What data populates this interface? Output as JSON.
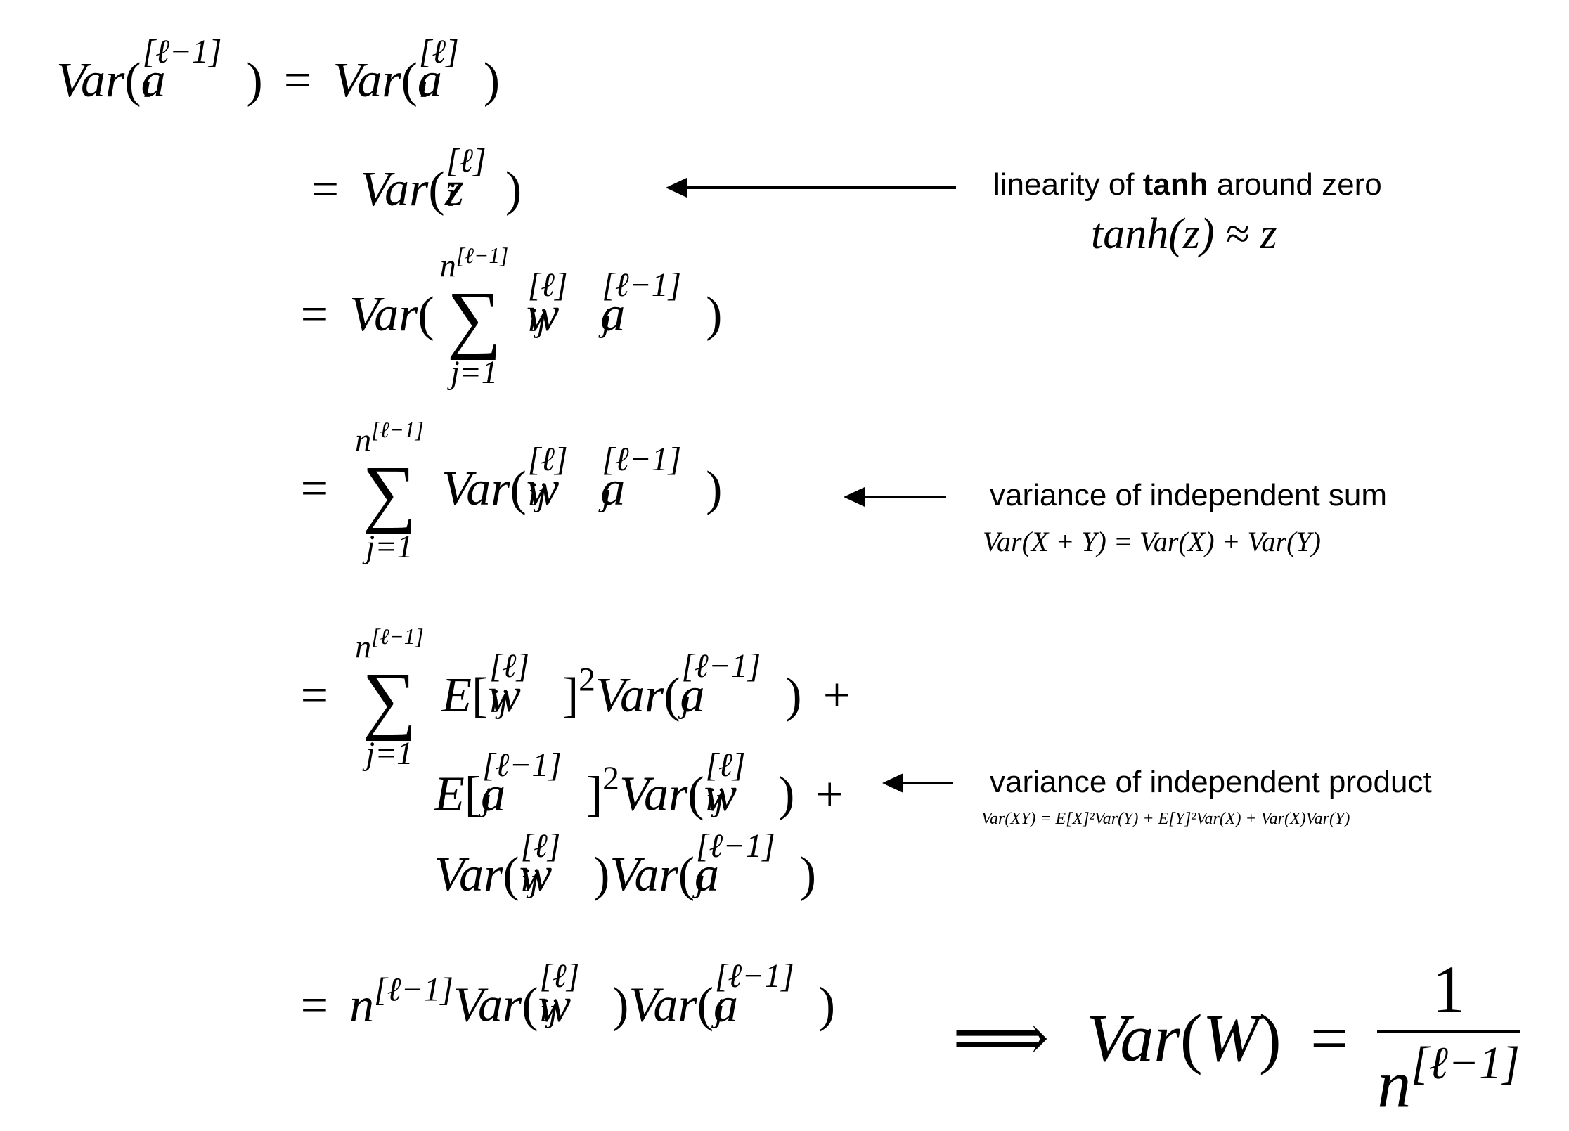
{
  "symbols": {
    "var": "Var",
    "open": "(",
    "close": ")",
    "equals": "=",
    "plus": "+",
    "approx": "≈",
    "implies": "⟹",
    "sigma": "∑",
    "a": "a",
    "z": "z",
    "w": "w",
    "n": "n",
    "W": "W",
    "E": "E",
    "one": "1",
    "sq": "2",
    "lb": "[",
    "rb": "]",
    "idx_i": "i",
    "idx_j": "j",
    "idx_ij": "ij",
    "layer": "[ℓ]",
    "prev_layer": "[ℓ−1]",
    "lower_limit": "j=1"
  },
  "annotations": {
    "tanh": {
      "text_before": "linearity of ",
      "text_bold": "tanh",
      "text_after": " around zero",
      "formula": "tanh(z) ≈ z"
    },
    "sum": {
      "text": "variance of independent sum",
      "formula": "Var(X + Y) = Var(X) + Var(Y)"
    },
    "product": {
      "text": "variance of independent product",
      "formula": "Var(XY) = E[X]²Var(Y) + E[Y]²Var(X) + Var(X)Var(Y)"
    }
  }
}
